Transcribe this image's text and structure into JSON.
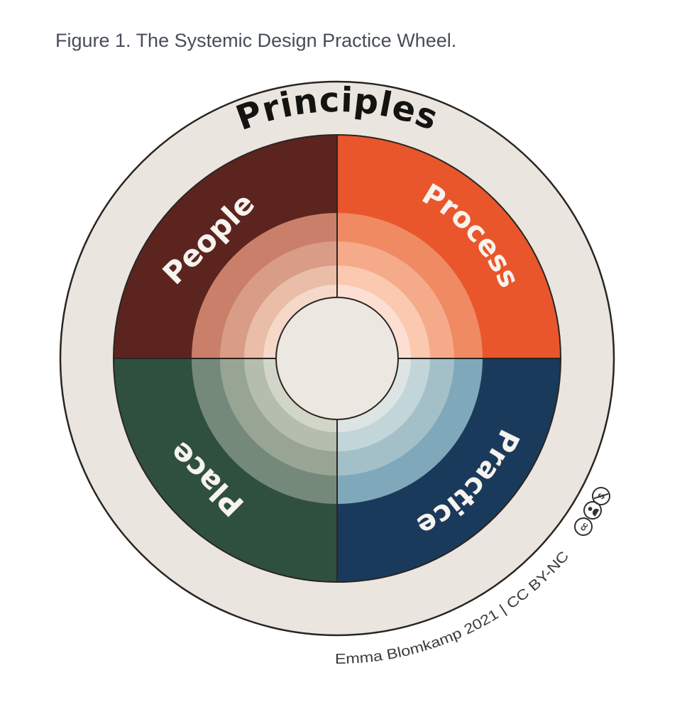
{
  "caption": "Figure 1. The Systemic Design Practice Wheel.",
  "wheel": {
    "outer_label": "Principles",
    "outer_label_color": "#131312",
    "ring_color": "#ebe5df",
    "center_color": "#ece7e1",
    "outline_color": "#2a2522",
    "label_color": "#f7f3ee",
    "quadrants": [
      {
        "label": "People",
        "position": "top-left",
        "color": "#5c241e",
        "tints": [
          "#c97f69",
          "#d99c87",
          "#e9bda8",
          "#f5d8c8"
        ]
      },
      {
        "label": "Process",
        "position": "top-right",
        "color": "#e9562c",
        "tints": [
          "#ef8a62",
          "#f5ab8a",
          "#fac9b0",
          "#fcdfd2"
        ]
      },
      {
        "label": "Place",
        "position": "bottom-left",
        "color": "#30503f",
        "tints": [
          "#75897b",
          "#98a594",
          "#b5bdae",
          "#d2d6c9"
        ]
      },
      {
        "label": "Practice",
        "position": "bottom-right",
        "color": "#1a3a5c",
        "tints": [
          "#7fa9ba",
          "#a3c0c9",
          "#c2d5d8",
          "#dce5e4"
        ]
      }
    ]
  },
  "attribution": {
    "text": "Emma Blomkamp 2021 | CC BY-NC",
    "color": "#3b3b3b",
    "icons": [
      {
        "name": "cc-icon",
        "glyph": "cc"
      },
      {
        "name": "by-person-icon",
        "glyph": ""
      },
      {
        "name": "nc-dollar-slash-icon",
        "glyph": "$"
      }
    ]
  }
}
